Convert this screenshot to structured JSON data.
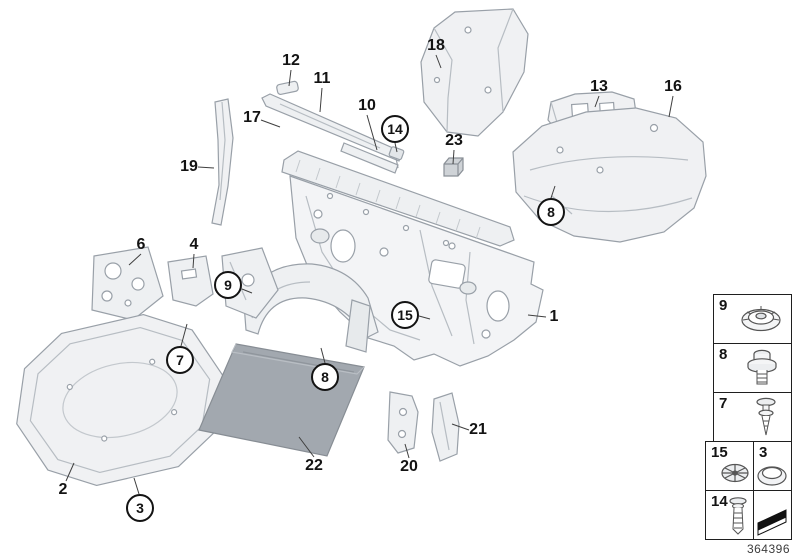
{
  "document": {
    "type": "parts-diagram",
    "subject": "sound insulation front section"
  },
  "colors": {
    "background": "#ffffff",
    "part_outline": "#99a0a8",
    "part_fill_light": "#f1f2f4",
    "part_fill_dark": "#a2a8af",
    "label_text": "#131313",
    "leader_line": "#3f3f3f"
  },
  "callouts": [
    {
      "label": "12",
      "circled": false
    },
    {
      "label": "11",
      "circled": false
    },
    {
      "label": "10",
      "circled": false
    },
    {
      "label": "18",
      "circled": false
    },
    {
      "label": "14",
      "circled": true
    },
    {
      "label": "23",
      "circled": false
    },
    {
      "label": "13",
      "circled": false
    },
    {
      "label": "16",
      "circled": false
    },
    {
      "label": "17",
      "circled": false
    },
    {
      "label": "19",
      "circled": false
    },
    {
      "label": "8",
      "circled": true
    },
    {
      "label": "6",
      "circled": false
    },
    {
      "label": "4",
      "circled": false
    },
    {
      "label": "9",
      "circled": true
    },
    {
      "label": "1",
      "circled": false
    },
    {
      "label": "15",
      "circled": true
    },
    {
      "label": "7",
      "circled": true
    },
    {
      "label": "8",
      "circled": true
    },
    {
      "label": "22",
      "circled": false
    },
    {
      "label": "20",
      "circled": false
    },
    {
      "label": "21",
      "circled": false
    },
    {
      "label": "2",
      "circled": false
    },
    {
      "label": "3",
      "circled": true
    }
  ],
  "legend": {
    "items": [
      {
        "label": "9",
        "icon": "cone-spring-washer"
      },
      {
        "label": "8",
        "icon": "screw-with-washer"
      },
      {
        "label": "7",
        "icon": "push-rivet"
      },
      {
        "label": "15",
        "icon": "star-clip"
      },
      {
        "label": "3",
        "icon": "dome-cap"
      },
      {
        "label": "14",
        "icon": "expansion-rivet"
      },
      {
        "label": "",
        "icon": "wedge-marker"
      }
    ]
  },
  "footer": {
    "part_number": "364396"
  }
}
